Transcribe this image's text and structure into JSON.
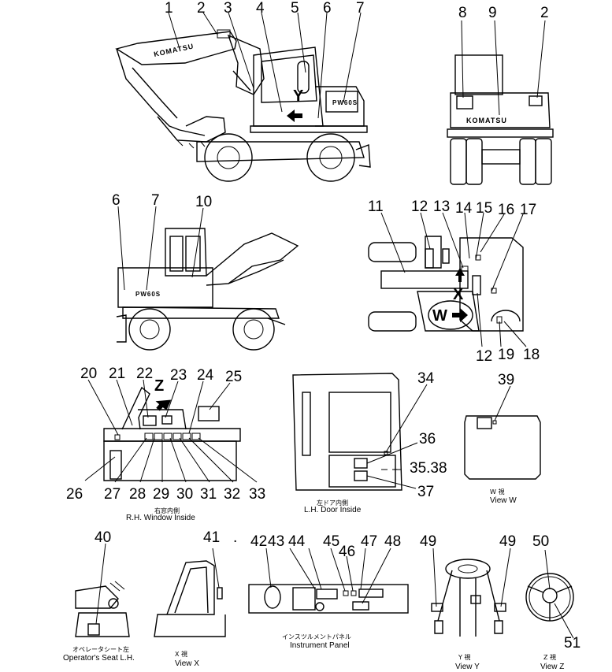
{
  "callouts": {
    "n1": "1",
    "n2": "2",
    "n3": "3",
    "n4": "4",
    "n5": "5",
    "n6": "6",
    "n7": "7",
    "n8": "8",
    "n9": "9",
    "n2b": "2",
    "n6b": "6",
    "n7b": "7",
    "n10": "10",
    "n11": "11",
    "n12": "12",
    "n13": "13",
    "n14": "14",
    "n15": "15",
    "n16": "16",
    "n17": "17",
    "n12b": "12",
    "n19": "19",
    "n18": "18",
    "n20": "20",
    "n21": "21",
    "n22": "22",
    "n23": "23",
    "n24": "24",
    "n25": "25",
    "n26": "26",
    "n27": "27",
    "n28": "28",
    "n29": "29",
    "n30": "30",
    "n31": "31",
    "n32": "32",
    "n33": "33",
    "n34": "34",
    "n36": "36",
    "n3538": "35.38",
    "n37": "37",
    "n39": "39",
    "n40": "40",
    "n41": "41",
    "n42": "42",
    "n43": "43",
    "n44": "44",
    "n45": "45",
    "n46": "46",
    "n47": "47",
    "n48": "48",
    "n49": "49",
    "n49b": "49",
    "n50": "50",
    "n51": "51"
  },
  "view_letters": {
    "y": "Y",
    "x": "X",
    "w": "W",
    "z": "Z"
  },
  "brand": {
    "komatsu": "KOMATSU",
    "model": "PW60S"
  },
  "captions": {
    "rh_window_jp": "右窓内側",
    "rh_window_en": "R.H. Window Inside",
    "lh_door_jp": "左ドア内側",
    "lh_door_en": "L.H. Door Inside",
    "view_w_jp": "W 視",
    "view_w_en": "View W",
    "seat_jp": "オペレータシート左",
    "seat_en": "Operator's Seat L.H.",
    "view_x_jp": "X 視",
    "view_x_en": "View X",
    "panel_jp": "インスツルメントパネル",
    "panel_en": "Instrument Panel",
    "view_y_jp": "Y 視",
    "view_y_en": "View Y",
    "view_z_jp": "Z 視",
    "view_z_en": "View Z",
    "dot": "."
  }
}
